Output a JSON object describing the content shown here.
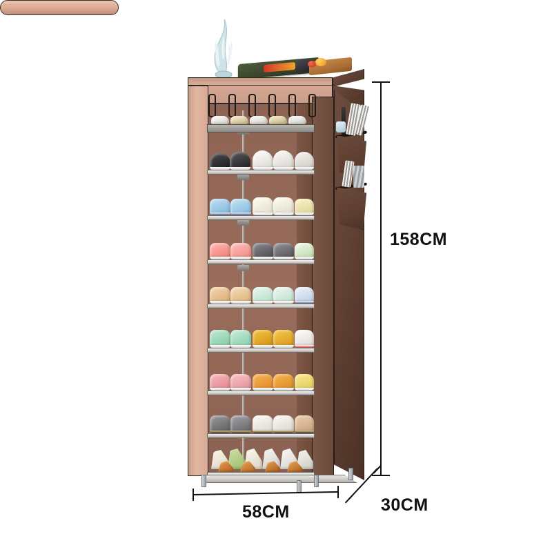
{
  "image": {
    "kind": "product-photo-illustration",
    "subject": "10-tier fabric-covered shoe rack cabinet",
    "background_color": "#ffffff"
  },
  "dimensions": {
    "height": {
      "label": "158CM",
      "value": 158,
      "unit": "CM",
      "axis": "height"
    },
    "width": {
      "label": "58CM",
      "value": 58,
      "unit": "CM",
      "axis": "width"
    },
    "depth": {
      "label": "30CM",
      "value": 30,
      "unit": "CM",
      "axis": "depth"
    }
  },
  "colors": {
    "front_fabric": "#d6a994",
    "side_fabric": "#5a3c2f",
    "frame": "#2d2724",
    "shelf": "#d7d5d1",
    "interior": "#8d6353",
    "dimension_line": "#111111"
  },
  "product": {
    "tiers": 9,
    "has_roll_up_cover": true,
    "has_side_pockets": true,
    "side_pocket_count": 2,
    "leg_count": 4
  },
  "shelves": [
    {
      "index": 1,
      "contents": "assorted shoes behind rolled cover"
    },
    {
      "index": 2,
      "contents": "black dress shoes and white sneakers"
    },
    {
      "index": 3,
      "contents": "light blue, cream and pale yellow sneakers"
    },
    {
      "index": 4,
      "contents": "pink, grey and white-green sneakers"
    },
    {
      "index": 5,
      "contents": "tan, mint and pale blue sneakers"
    },
    {
      "index": 6,
      "contents": "mint, yellow and white-red high-top sneakers"
    },
    {
      "index": 7,
      "contents": "pink, orange and yellow running shoes"
    },
    {
      "index": 8,
      "contents": "grey, white and beige sneakers"
    },
    {
      "index": 9,
      "contents": "cream, green and grey high heels"
    }
  ],
  "accessories": {
    "top_decor": [
      "coral-ornament",
      "dark-green-tray",
      "woven-basket"
    ],
    "pocket_items": [
      "shoe-brushes",
      "cleaning-cloths",
      "polish-tins"
    ]
  }
}
